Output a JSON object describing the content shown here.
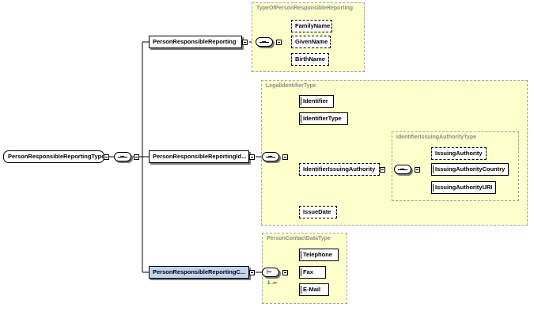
{
  "root": {
    "label": "PersonResponsibleReportingType"
  },
  "branches": [
    {
      "label": "PersonResponsibleReporting",
      "type_name": "TypeOfPersonResponsibleReporting",
      "children": [
        "FamilyName",
        "GivenName",
        "BirthName"
      ]
    },
    {
      "label": "PersonResponsibleReportingId...",
      "type_name": "LegalIdentifierType",
      "children": [
        "Identifier",
        "IdentifierType",
        "IdentifierIssuingAuthority",
        "IssueDate"
      ],
      "nested": {
        "type_name": "IdentifierIssuingAuthorityType",
        "children": [
          "IssuingAuthority",
          "IssuingAuthorityCountry",
          "IssuingAuthorityURI"
        ]
      }
    },
    {
      "label": "PersonResponsibleReportingC...",
      "type_name": "PersonContactDataType",
      "children": [
        "Telephone",
        "Fax",
        "E-Mail"
      ],
      "multiplicity": "1..∞"
    }
  ],
  "colors": {
    "group_fill": "#ffffcc",
    "selected_fill": "#bfd6f0",
    "line": "#000000"
  }
}
